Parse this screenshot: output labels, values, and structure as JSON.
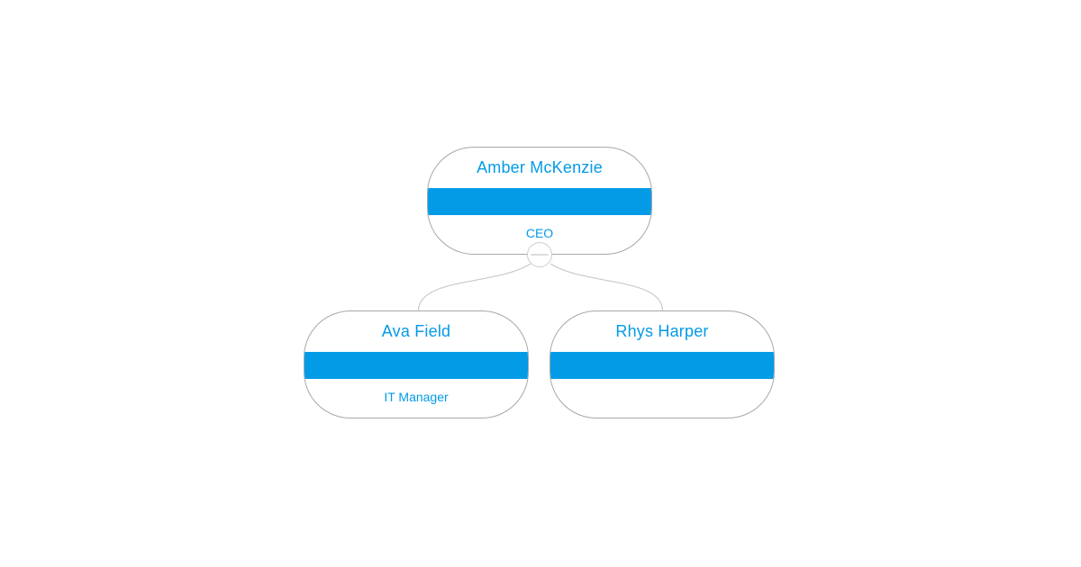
{
  "colors": {
    "accent_blue": "#039be5",
    "node_fill": "#ffffff",
    "node_border": "#a8a8a8",
    "connector_line": "#c9c9c9",
    "toggle_border": "#cccccc",
    "toggle_minus": "#dcdcdc",
    "background": "#ffffff"
  },
  "org_chart": {
    "type": "org-tree",
    "nodes": [
      {
        "id": "root",
        "name": "Amber McKenzie",
        "title": "CEO",
        "parent": null,
        "expanded": true
      },
      {
        "id": "child-1",
        "name": "Ava Field",
        "title": "IT Manager",
        "parent": "root"
      },
      {
        "id": "child-2",
        "name": "Rhys Harper",
        "title": "",
        "parent": "root"
      }
    ],
    "edges": [
      {
        "from": "root",
        "to": "child-1"
      },
      {
        "from": "root",
        "to": "child-2"
      }
    ],
    "root_toggle": {
      "glyph": "minus",
      "state": "expanded"
    }
  }
}
